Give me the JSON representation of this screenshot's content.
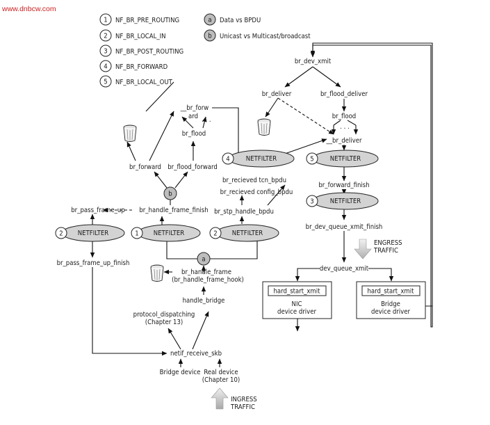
{
  "watermark": "www.dnbcw.com",
  "legend": [
    {
      "num": "1",
      "text": "NF_BR_PRE_ROUTING"
    },
    {
      "num": "2",
      "text": "NF_BR_LOCAL_IN"
    },
    {
      "num": "3",
      "text": "NF_BR_POST_ROUTING"
    },
    {
      "num": "4",
      "text": "NF_BR_FORWARD"
    },
    {
      "num": "5",
      "text": "NF_BR_LOCAL_OUT"
    },
    {
      "num": "a",
      "text": "Data vs BPDU"
    },
    {
      "num": "b",
      "text": "Unicast vs Multicast/broadcast"
    }
  ],
  "netfilter_label": "NETFILTER",
  "nodes": {
    "br_dev_xmit": "br_dev_xmit",
    "br_deliver": "br_deliver",
    "br_flood_deliver": "br_flood_deliver",
    "br_flood_right": "br_flood",
    "deliver_left": "__br_deliver",
    "br_forward_finish": "br_forward_finish",
    "br_dev_queue_xmit_finish": "br_dev_queue_xmit_finish",
    "engress_1": "ENGRESS",
    "engress_2": "TRAFFIC",
    "dev_queue_xmit": "dev_queue_xmit",
    "hard_start_xmit_1": "hard_start_xmit",
    "nic_1": "NIC",
    "nic_2": "device driver",
    "hard_start_xmit_2": "hard_start_xmit",
    "bridge_1": "Bridge",
    "bridge_2": "device driver",
    "br_forw_1": "__br_forw",
    "br_forw_2": "ard",
    "br_flood_left": "br_flood",
    "br_forward": "br_forward",
    "br_flood_forward": "br_flood_forward",
    "tcn_bpdu": "br_recieved tcn_bpdu",
    "config_bpdu": "br_recieved config_bpdu",
    "stp_handle_bpdu": "br_stp_handle_bpdu",
    "pass_frame_up": "br_pass_frame_up",
    "handle_frame_finish": "br_handle_frame_finish",
    "pass_frame_up_finish": "br_pass_frame_up_finish",
    "handle_frame_1": "br_handle_frame",
    "handle_frame_2": "(br_handle_frame_hook)",
    "handle_bridge": "handle_bridge",
    "protocol_1": "protocol_dispatching",
    "protocol_2": "(Chapter 13)",
    "netif": "netif_receive_skb",
    "bridge_device": "Bridge device",
    "real_1": "Real device",
    "real_2": "(Chapter 10)",
    "ingress_1": "INGRESS",
    "ingress_2": "TRAFFIC",
    "dots_1": "· · ·",
    "dots_2": "· · ·"
  }
}
